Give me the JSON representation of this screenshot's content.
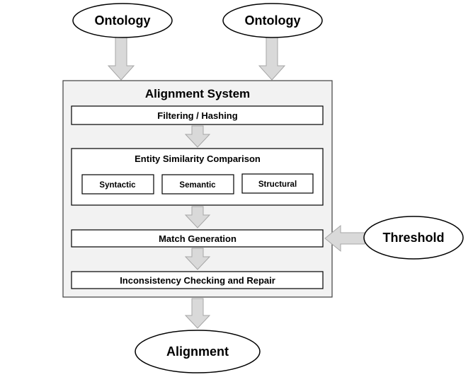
{
  "inputs": {
    "ontology_left": "Ontology",
    "ontology_right": "Ontology",
    "threshold": "Threshold"
  },
  "system": {
    "title": "Alignment System",
    "filtering": "Filtering / Hashing",
    "similarity": {
      "title": "Entity Similarity Comparison",
      "syntactic": "Syntactic",
      "semantic": "Semantic",
      "structural": "Structural"
    },
    "match_generation": "Match Generation",
    "inconsistency": "Inconsistency Checking and Repair"
  },
  "output": {
    "alignment": "Alignment"
  },
  "colors": {
    "arrow_fill": "#d9d9d9",
    "arrow_stroke": "#a6a6a6",
    "system_fill": "#f2f2f2"
  }
}
